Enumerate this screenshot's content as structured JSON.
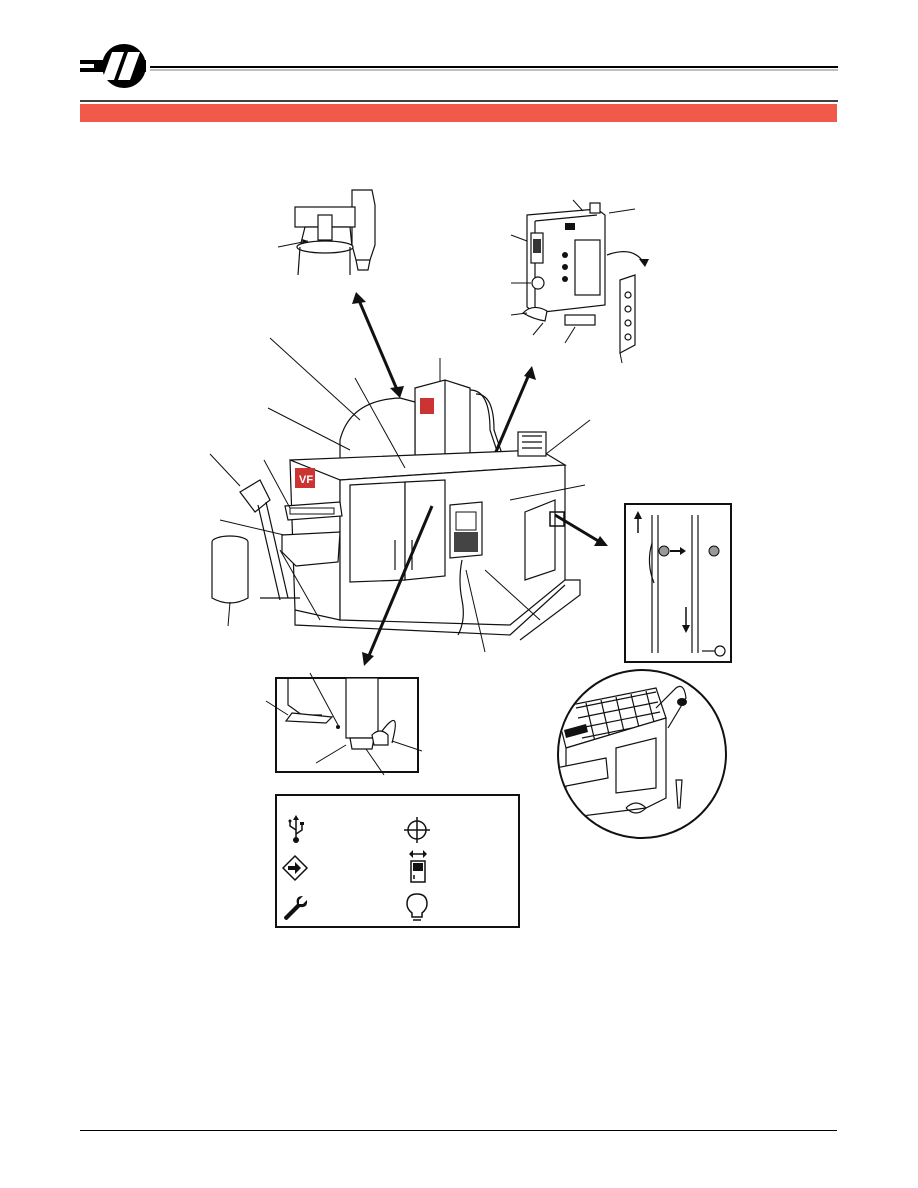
{
  "header": {
    "logo_icon": "haas-logo-icon",
    "accent_color": "#f15a4a",
    "rule_color": "#000000"
  },
  "figure": {
    "main_illustration": "vf-vertical-mill-illustration",
    "machine_badge": "VF",
    "insets": [
      "spindle-head-inset",
      "pendant-control-inset",
      "door-interlock-inset",
      "spindle-lock-inset",
      "work-platform-inset"
    ]
  },
  "legend": {
    "icons": [
      {
        "name": "usb-icon"
      },
      {
        "name": "crosshair-icon"
      },
      {
        "name": "memory-lock-icon"
      },
      {
        "name": "door-open-icon"
      },
      {
        "name": "wrench-icon"
      },
      {
        "name": "work-light-icon"
      }
    ]
  },
  "footer": {
    "rule_color": "#000000"
  }
}
